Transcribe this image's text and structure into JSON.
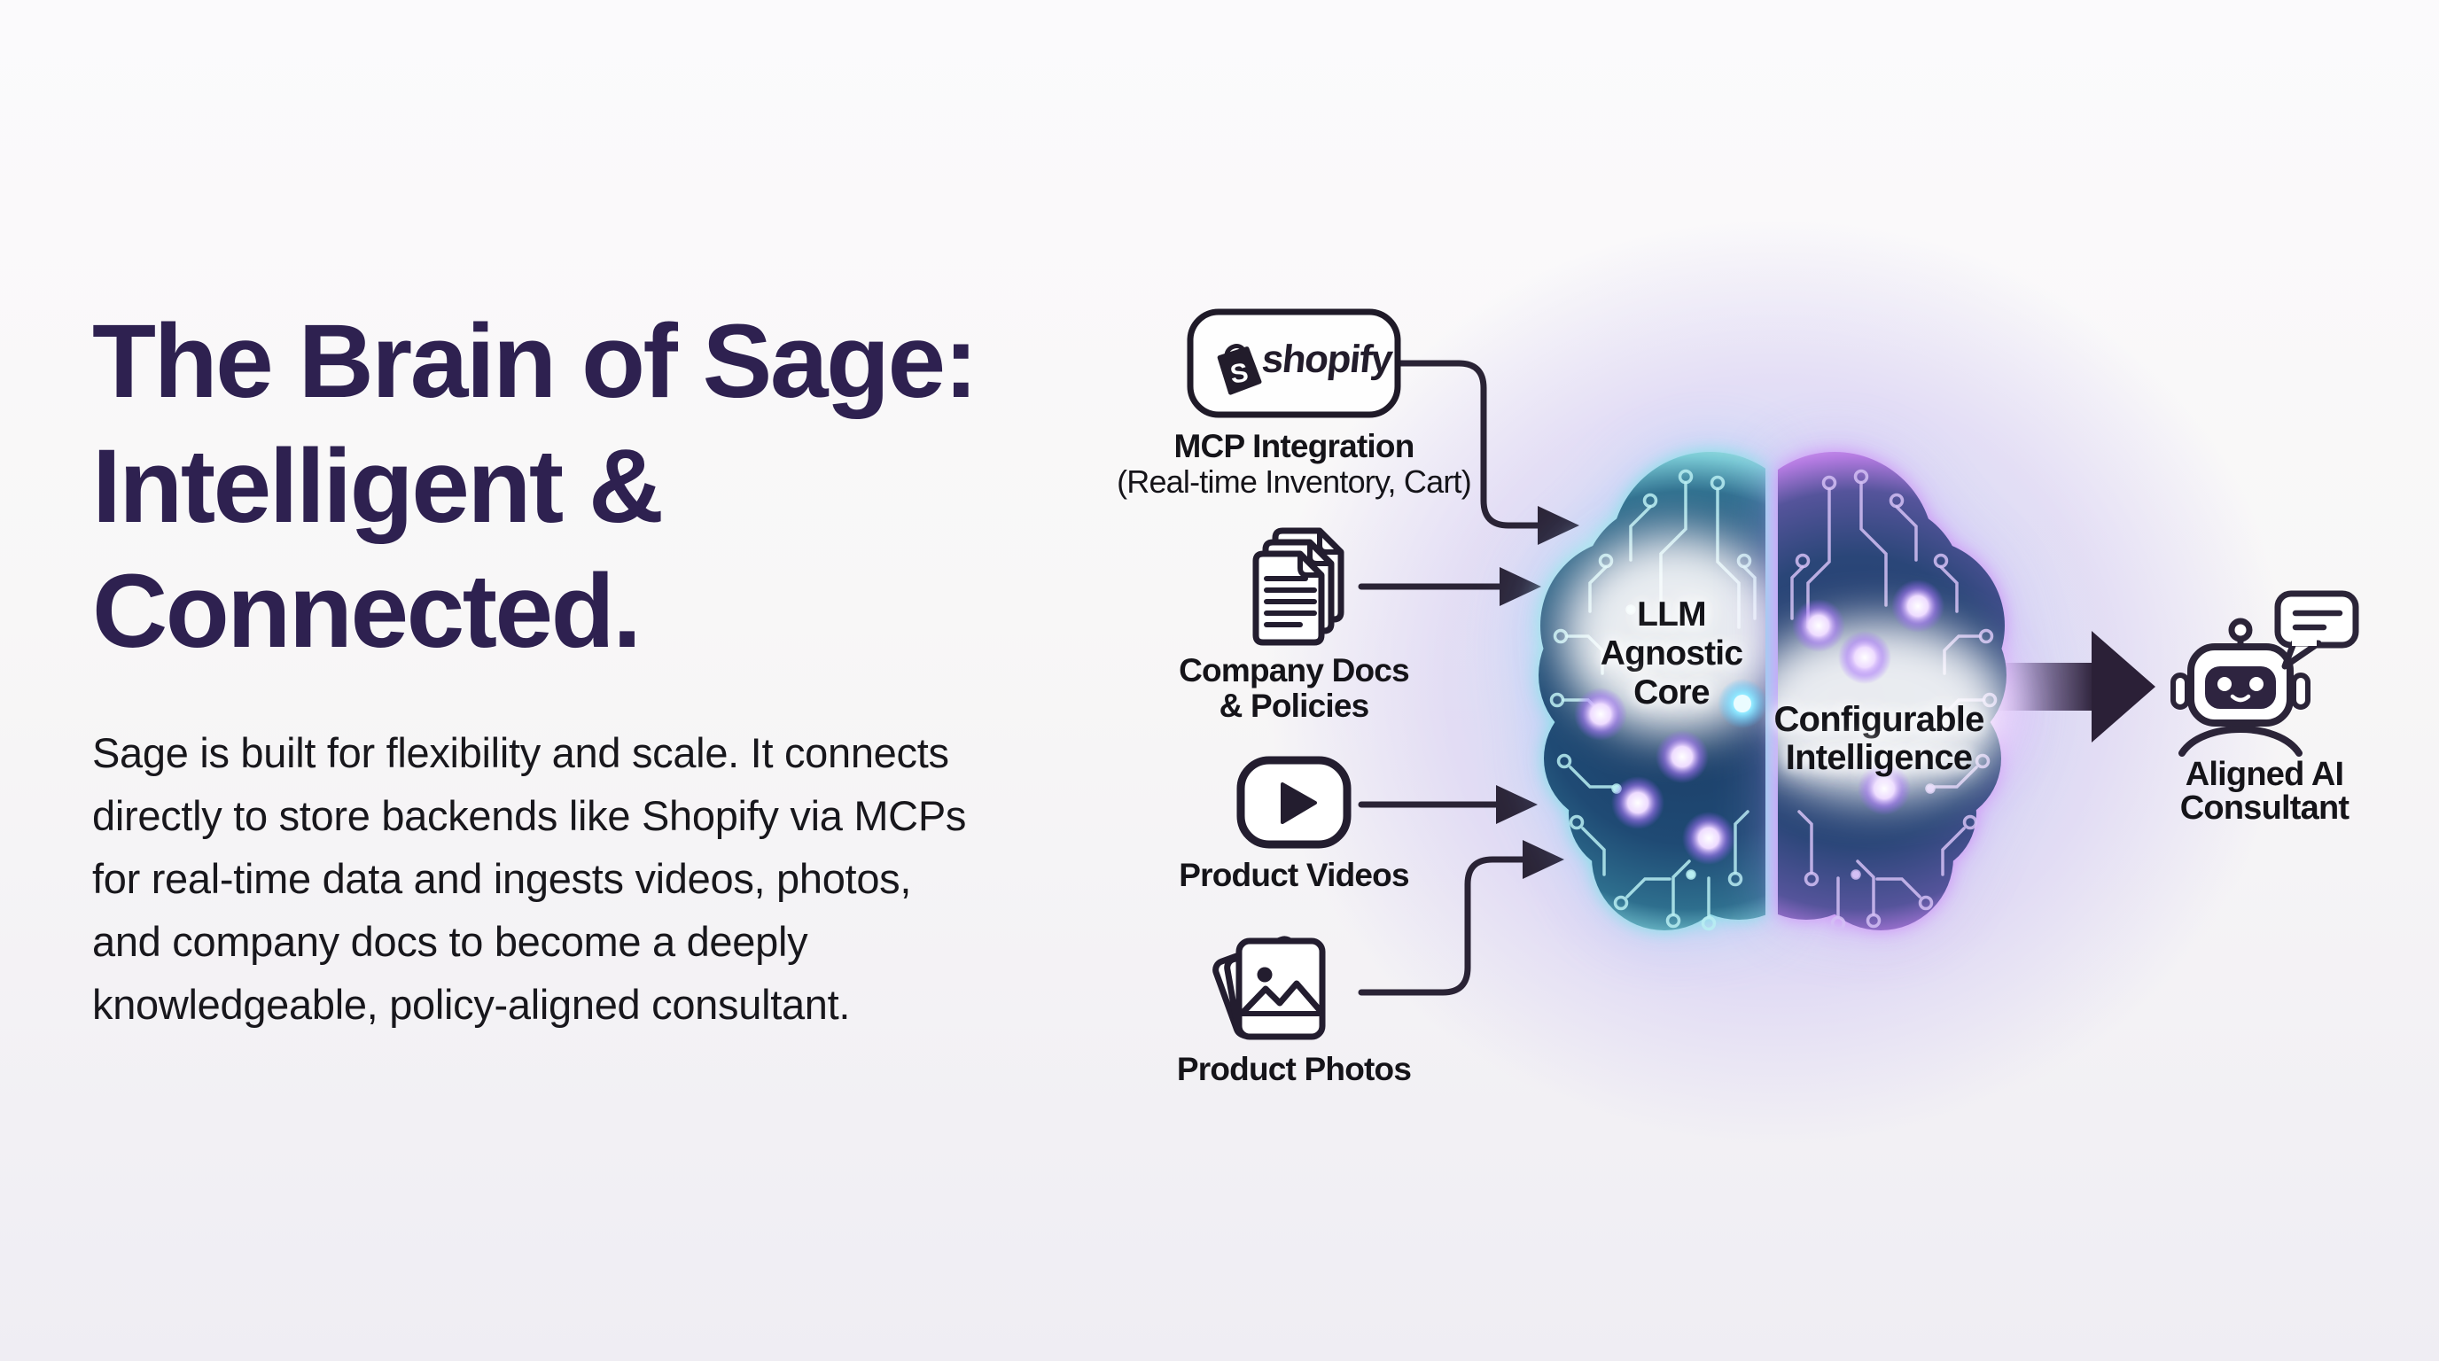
{
  "headline": {
    "lines": [
      "The Brain of Sage:",
      "Intelligent &",
      "Connected."
    ]
  },
  "body": {
    "lines": [
      "Sage is built for flexibility and scale. It connects",
      "directly to store backends like Shopify via MCPs",
      "for real-time data and ingests videos, photos,",
      "and company docs to become a deeply",
      "knowledgeable, policy-aligned consultant."
    ]
  },
  "diagram": {
    "shopify": {
      "icon": "shopify-bag-icon",
      "bag_letter": "S",
      "wordmark": "shopify",
      "label": "MCP Integration",
      "sublabel": "(Real-time Inventory, Cart)"
    },
    "docs": {
      "icon": "documents-icon",
      "label_line1": "Company Docs",
      "label_line2": "& Policies"
    },
    "videos": {
      "icon": "video-play-icon",
      "label": "Product Videos"
    },
    "photos": {
      "icon": "photos-stack-icon",
      "label": "Product Photos"
    },
    "brain": {
      "left_label_lines": [
        "LLM",
        "Agnostic",
        "Core"
      ],
      "right_label_lines": [
        "Configurable",
        "Intelligence"
      ]
    },
    "output": {
      "icon": "robot-icon",
      "label_line1": "Aligned AI",
      "label_line2": "Consultant"
    }
  },
  "colors": {
    "headline": "#2e2150",
    "body_text": "#18171c",
    "icon_stroke": "#231d2f",
    "arrow": "#2a2335",
    "brain_navy": "#1d3e68",
    "accent_cyan": "#7fe3de",
    "accent_purple": "#c77df0"
  }
}
